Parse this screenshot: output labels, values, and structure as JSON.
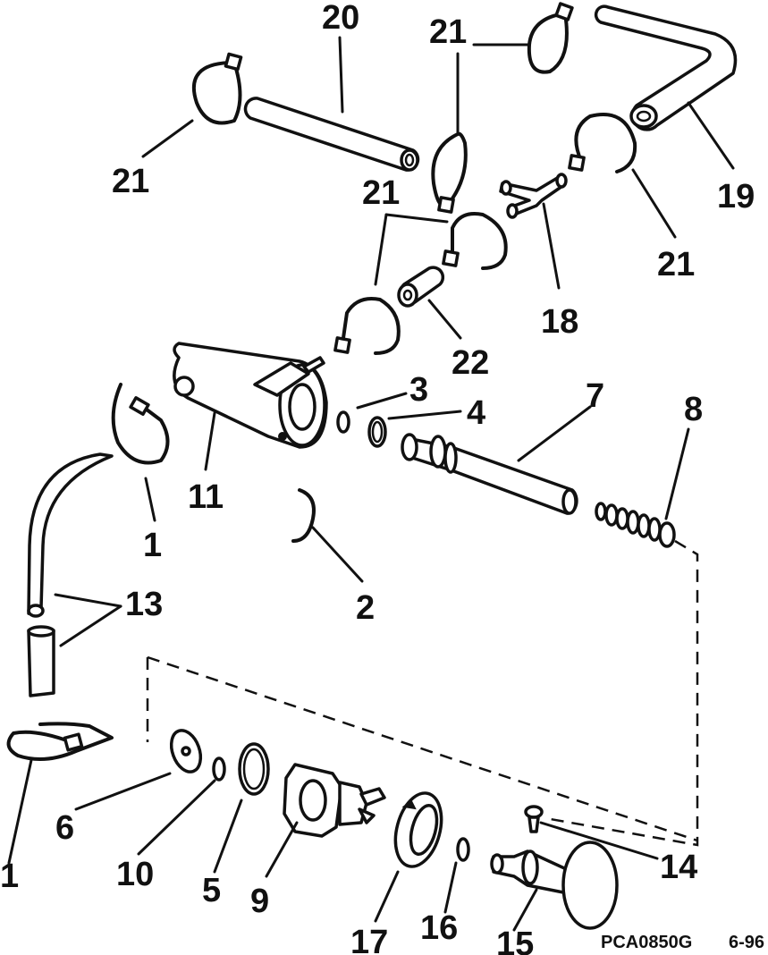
{
  "callouts": [
    {
      "id": "c20",
      "text": "20"
    },
    {
      "id": "c21a",
      "text": "21"
    },
    {
      "id": "c21b",
      "text": "21"
    },
    {
      "id": "c19",
      "text": "19"
    },
    {
      "id": "c21c",
      "text": "21"
    },
    {
      "id": "c21d",
      "text": "21"
    },
    {
      "id": "c18",
      "text": "18"
    },
    {
      "id": "c22",
      "text": "22"
    },
    {
      "id": "c3",
      "text": "3"
    },
    {
      "id": "c4",
      "text": "4"
    },
    {
      "id": "c7",
      "text": "7"
    },
    {
      "id": "c8",
      "text": "8"
    },
    {
      "id": "c11",
      "text": "11"
    },
    {
      "id": "c1a",
      "text": "1"
    },
    {
      "id": "c2",
      "text": "2"
    },
    {
      "id": "c13",
      "text": "13"
    },
    {
      "id": "c6",
      "text": "6"
    },
    {
      "id": "c10",
      "text": "10"
    },
    {
      "id": "c5",
      "text": "5"
    },
    {
      "id": "c9",
      "text": "9"
    },
    {
      "id": "c1b",
      "text": "1"
    },
    {
      "id": "c17",
      "text": "17"
    },
    {
      "id": "c16",
      "text": "16"
    },
    {
      "id": "c15",
      "text": "15"
    },
    {
      "id": "c14",
      "text": "14"
    }
  ],
  "caption": {
    "figure_code": "PCA0850G",
    "date_code": "6-96"
  }
}
